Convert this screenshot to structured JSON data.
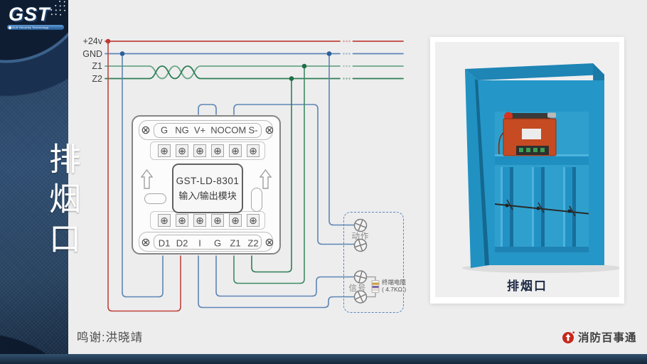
{
  "logo": {
    "text": "GST",
    "subtext": "Gulf Security Technology"
  },
  "sidebar": {
    "title": "排烟口"
  },
  "diagram": {
    "bus_labels": [
      "+24v",
      "GND",
      "Z1",
      "Z2"
    ],
    "wire_colors": {
      "power": "#c0443c",
      "ground": "#5e86b3",
      "z1": "#69a586",
      "z2": "#2f7e55"
    },
    "module": {
      "model": "GST-LD-8301",
      "name": "输入/输出模块",
      "top_terminals": [
        "G",
        "NG",
        "V+",
        "NO",
        "COM",
        "S-"
      ],
      "bottom_terminals": [
        "D1",
        "D2",
        "I",
        "G",
        "Z1",
        "Z2"
      ]
    },
    "device_box": {
      "action_label": "动作",
      "signal_label": "信号",
      "resistor_name": "终端电阻",
      "resistor_value": "( 4.7KΩ )"
    },
    "icons": {
      "screw_cross": "⊕",
      "screw_x": "⊗"
    }
  },
  "photo": {
    "caption": "排烟口"
  },
  "footer": {
    "credit": "鸣谢:洪晓靖",
    "brand": "消防百事通"
  }
}
